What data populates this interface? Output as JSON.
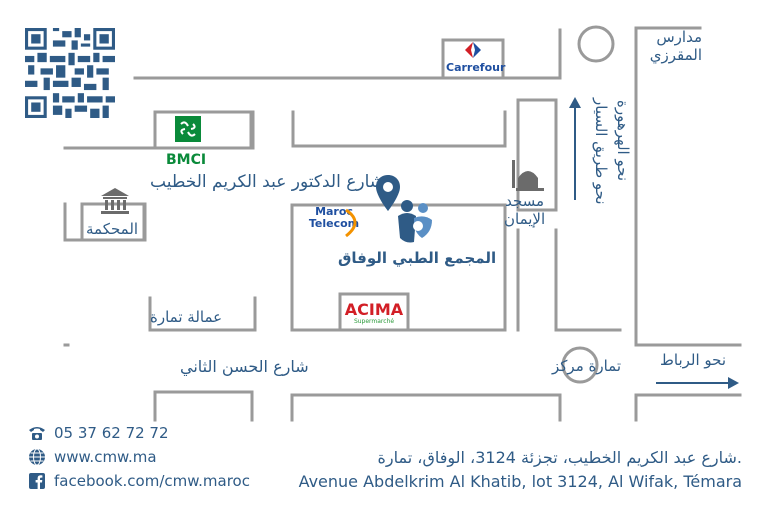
{
  "landmarks": {
    "carrefour": "Carrefour",
    "bmci": "BMCI",
    "maroc_telecom_line1": "Maroc",
    "maroc_telecom_line2": "Telecom",
    "acima": "ACIMA",
    "acima_sub": "Supermarché"
  },
  "labels": {
    "schools": "مدارس\nالمقرزي",
    "to_sidi_yahya": "نحو الهرهورة",
    "via_road": "نحو طريق السيار",
    "street_khatib": "شارع الدكتور عبد الكريم الخطيب",
    "court": "المحكمة",
    "mosque": "مسجد\nالإيمان",
    "clinic": "المجمع الطبي الوفاق",
    "prefecture": "عمالة تمارة",
    "street_hassan": "شارع الحسن الثاني",
    "temara_center": "تمارة مركز",
    "to_rabat": "نحو الرباط"
  },
  "contact": {
    "phone": "05 37 62 72 72",
    "website": "www.cmw.ma",
    "facebook": "facebook.com/cmw.maroc"
  },
  "address": {
    "arabic": "شارع عبد الكريم الخطيب، تجزئة 3124، الوفاق، تمارة.",
    "french": "Avenue Abdelkrim Al Khatib, lot 3124, Al Wifak, Témara"
  },
  "colors": {
    "road": "#9a9a9a",
    "text": "#2f5b86",
    "bmci_green": "#0a8a3a",
    "acima_red": "#d21f26",
    "acima_green": "#2a9a3a"
  },
  "icons": [
    "qr-code-icon",
    "carrefour-logo-icon",
    "bmci-logo-icon",
    "bank-building-icon",
    "map-pin-icon",
    "family-logo-icon",
    "mosque-icon",
    "roundabout-icon",
    "arrow-up-icon",
    "arrow-right-icon",
    "phone-icon",
    "globe-icon",
    "facebook-icon"
  ]
}
